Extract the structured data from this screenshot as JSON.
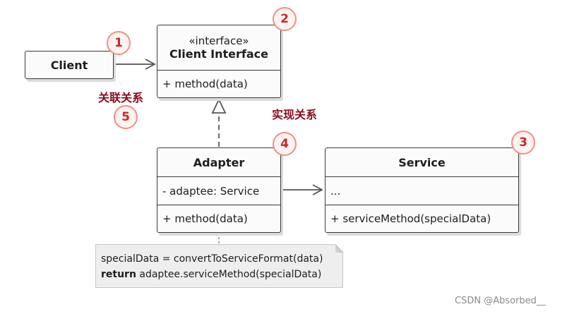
{
  "client": {
    "label": "Client"
  },
  "client_interface": {
    "stereotype": "«interface»",
    "name": "Client Interface",
    "method": "+ method(data)"
  },
  "adapter": {
    "name": "Adapter",
    "field": "- adaptee: Service",
    "method": "+ method(data)"
  },
  "service": {
    "name": "Service",
    "field": "...",
    "method": "+ serviceMethod(specialData)"
  },
  "note": {
    "line1": "specialData = convertToServiceFormat(data)",
    "line2_keyword": "return",
    "line2_rest": " adaptee.serviceMethod(specialData)"
  },
  "annotations": {
    "association": "关联关系",
    "realization": "实现关系"
  },
  "badges": [
    "1",
    "2",
    "3",
    "4",
    "5"
  ],
  "watermark": "CSDN @Absorbed__",
  "colors": {
    "badge_text": "#c9282a",
    "badge_border": "#ef8f84",
    "annotation_text": "#8c0a1c",
    "box_border": "#3a3a3a",
    "note_fill": "#eeeeee"
  }
}
